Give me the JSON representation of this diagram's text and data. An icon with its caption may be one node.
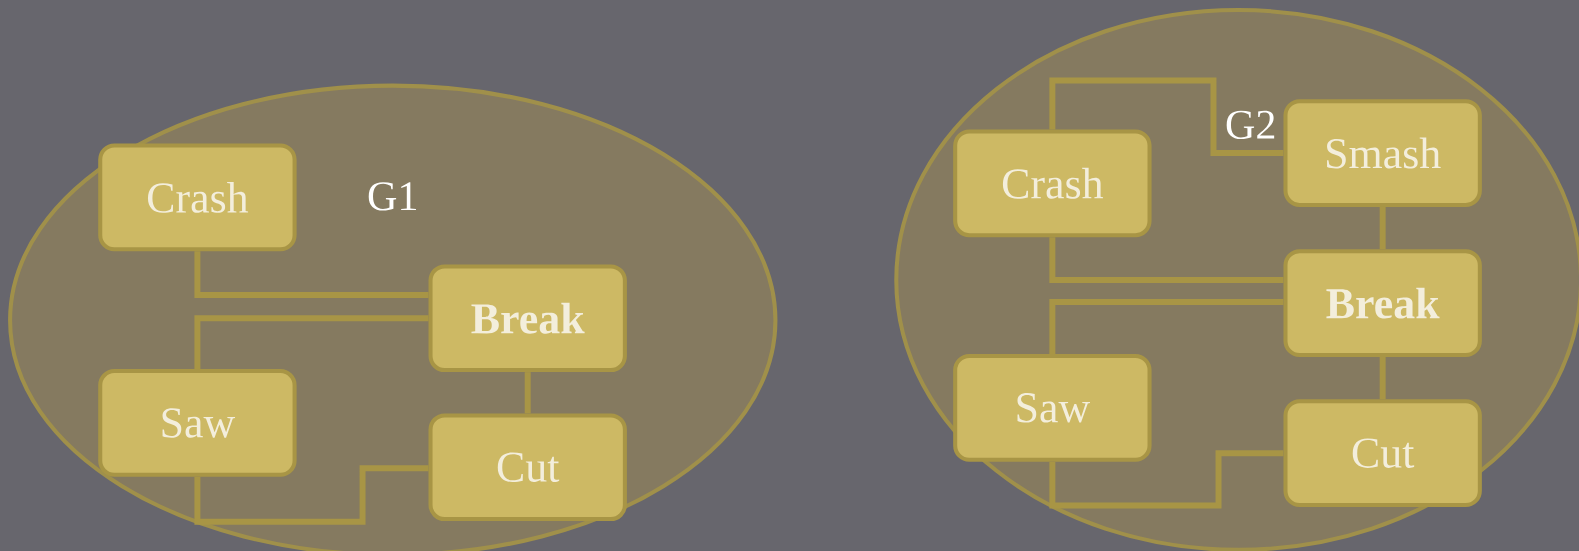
{
  "diagram": {
    "nodes": [
      {
        "text": [
          "G1"
        ]
      },
      {
        "text": [
          "Crash"
        ],
        "in": 0
      },
      {
        "text": [
          "Break"
        ],
        "in": 0
      },
      {
        "text": [
          "Saw"
        ],
        "in": 0
      },
      {
        "text": [
          "Cut"
        ],
        "in": 0
      },
      {
        "text": [
          "G2"
        ]
      },
      {
        "text": [
          "Crash"
        ],
        "in": 5
      },
      {
        "text": [
          "Smash"
        ],
        "in": 5
      },
      {
        "text": [
          "Break"
        ],
        "in": 5
      },
      {
        "text": [
          "Saw"
        ],
        "in": 5
      },
      {
        "text": [
          "Cut"
        ],
        "in": 5
      }
    ],
    "edges": [
      {
        "from": 1,
        "to": 2,
        "arrow": "none"
      },
      {
        "from": 3,
        "to": 2,
        "arrow": "none"
      },
      {
        "from": 3,
        "to": 4,
        "arrow": "none"
      },
      {
        "from": 2,
        "to": 4,
        "arrow": "none"
      },
      {
        "from": 6,
        "to": 7,
        "arrow": "none"
      },
      {
        "from": 6,
        "to": 8,
        "arrow": "none"
      },
      {
        "from": 9,
        "to": 8,
        "arrow": "none"
      },
      {
        "from": 9,
        "to": 10,
        "arrow": "none"
      },
      {
        "from": 7,
        "to": 8,
        "arrow": "none"
      },
      {
        "from": 8,
        "to": 10,
        "arrow": "none"
      }
    ]
  }
}
